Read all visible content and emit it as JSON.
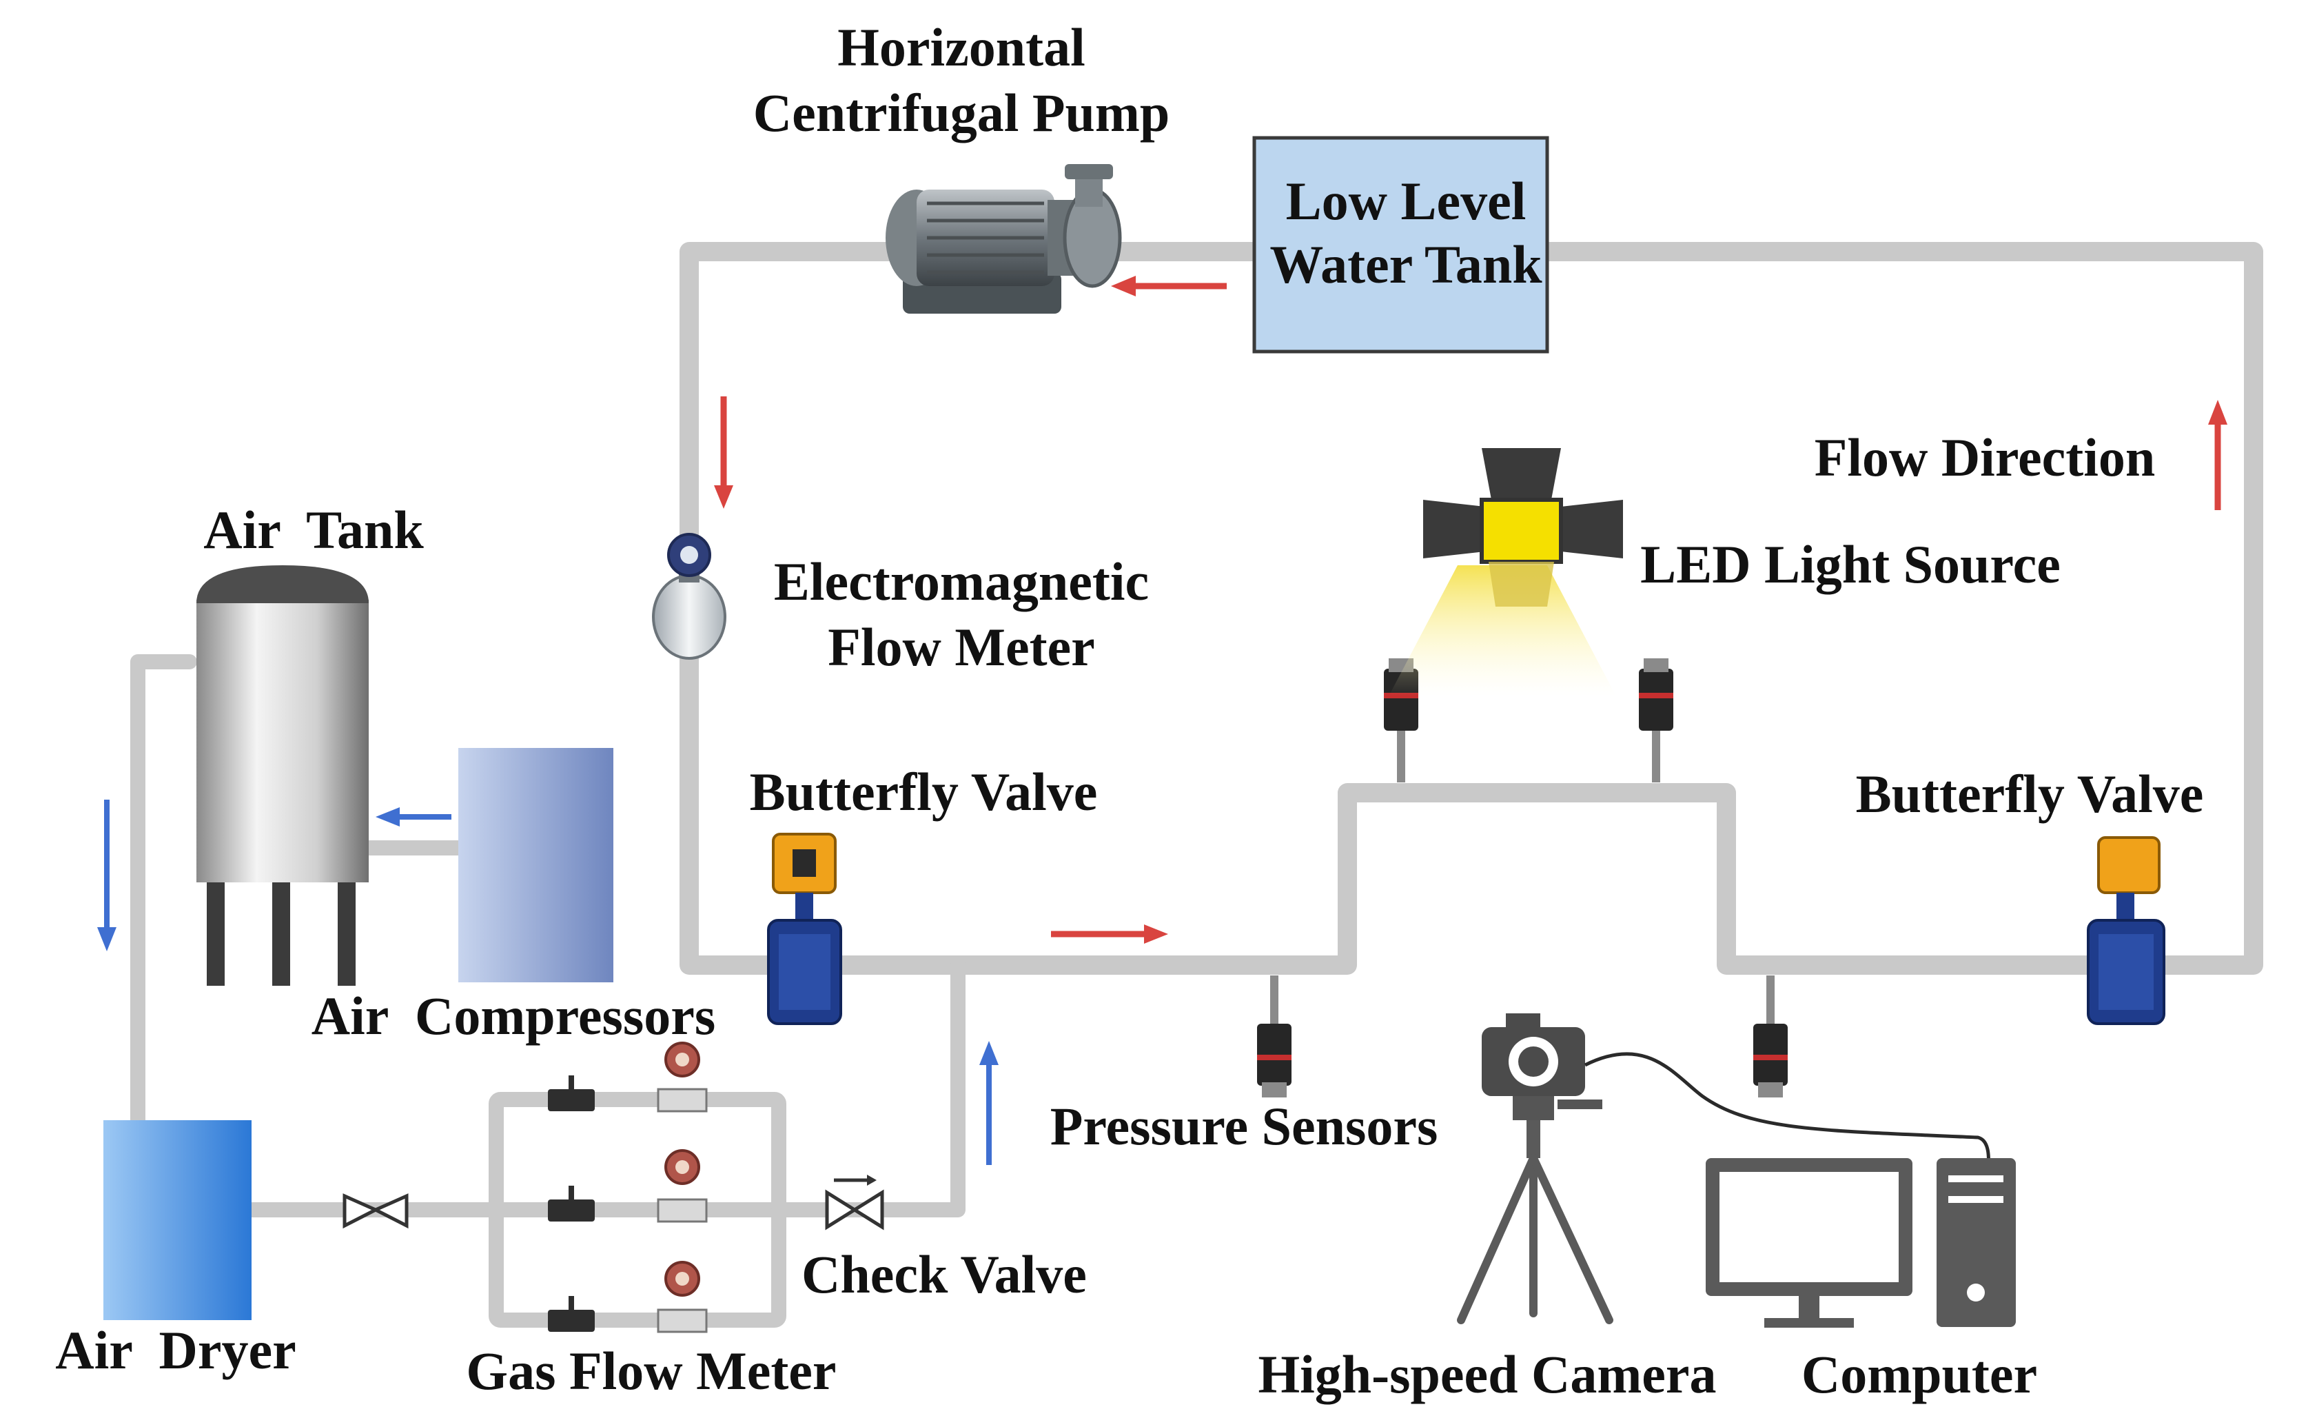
{
  "labels": {
    "pump_line1": "Horizontal",
    "pump_line2": "Centrifugal Pump",
    "tank_line1": "Low Level",
    "tank_line2": "Water Tank",
    "flow_direction": "Flow Direction",
    "led": "LED Light Source",
    "air_tank": "Air  Tank",
    "em_line1": "Electromagnetic",
    "em_line2": "Flow Meter",
    "bv_left": "Butterfly Valve",
    "bv_right": "Butterfly Valve",
    "air_compressors": "Air  Compressors",
    "pressure_sensors": "Pressure Sensors",
    "check_valve": "Check Valve",
    "air_dryer": "Air  Dryer",
    "gas_flow_meter": "Gas Flow Meter",
    "camera": "High-speed Camera",
    "computer": "Computer"
  },
  "colors": {
    "pipe": "#c9c9c9",
    "water_flow_arrow": "#d9443f",
    "air_flow_arrow": "#3f6fd1",
    "water_tank_fill": "#bcd6ef",
    "air_dryer_fill": "#3f8fe0",
    "compressor_fill": "#8ea7d6",
    "led_glow": "#fff27a"
  }
}
